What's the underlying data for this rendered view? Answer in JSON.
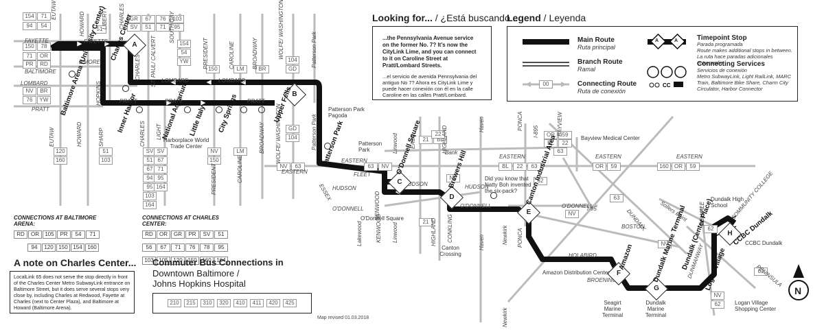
{
  "looking_for": {
    "title": "Looking for...",
    "title_es": " / ¿Está buscando...",
    "text_en": "...the Pennsylvania Avenue service on the former No. 7? It's now the CityLink Lime, and you can connect to it on Caroline Street at Pratt/Lombard Streets.",
    "text_es": "...el servicio de avenida Pennsylvania del antiguo No 7? Ahora es CityLink Lime y puede hacer conexión con él en la calle Caroline en las calles Pratt/Lombard."
  },
  "legend": {
    "title": "Legend",
    "title_es": " / Leyenda",
    "main_route": "Main Route",
    "main_route_es": "Ruta principal",
    "branch_route": "Branch Route",
    "branch_route_es": "Ramal",
    "connecting_route": "Connecting Route",
    "connecting_route_es": "Ruta de conexión",
    "connecting_route_number": "00",
    "timepoint_stop": "Timepoint Stop",
    "timepoint_stop_es": "Parada programada",
    "timepoint_note": "Route makes additional stops in between. La ruta hace paradas adicionales entremedio.",
    "timepoint_letter": "A",
    "connecting_services": "Connecting Services",
    "connecting_services_es": "Servicios de conexión",
    "connecting_services_list": "Metro SubwayLink, Light RailLink, MARC Train, Baltimore Bike Share, Charm City Circulator, Harbor Connector"
  },
  "charles_note": {
    "title": "A note on Charles Center...",
    "text": "LocalLink 65 does not serve the stop directly in front of the Charles Center Metro SubwayLink entrance on Baltimore Street, but it does serve several stops very close by, including Charles at Redwood, Fayette at Charles (next to Center Plaza), and Baltimore at Howard (Baltimore Arena)."
  },
  "commuter": {
    "title": "Commuter Bus Connections in",
    "subtitle1": "Downtown Baltimore /",
    "subtitle2": "Johns Hopkins Hospital",
    "routes": [
      "210",
      "215",
      "310",
      "320",
      "410",
      "411",
      "420",
      "425"
    ]
  },
  "arena_connections": {
    "title": "CONNECTIONS AT BALTIMORE ARENA:",
    "row1": [
      "RD",
      "OR",
      "105",
      "PR",
      "54",
      "71"
    ],
    "row2": [
      "94",
      "120",
      "150",
      "154",
      "160"
    ]
  },
  "charles_connections": {
    "title": "CONNECTIONS AT CHARLES CENTER:",
    "row1": [
      "RD",
      "OR",
      "GR",
      "PR",
      "SV",
      "51"
    ],
    "row2": [
      "56",
      "67",
      "71",
      "76",
      "78",
      "95"
    ],
    "row3": [
      "103",
      "105",
      "120",
      "150",
      "160",
      "164"
    ]
  },
  "map_revised": "Map revised 01.03.2018",
  "timepoints": [
    {
      "letter": "A",
      "name": "Charles Center"
    },
    {
      "letter": "B",
      "name": "Upper Fells"
    },
    {
      "letter": "C",
      "name": "O'Donnell Square"
    },
    {
      "letter": "D",
      "name": "Brewers Hill"
    },
    {
      "letter": "E",
      "name": "Canton Industrial Area"
    },
    {
      "letter": "F",
      "name": "Amazon"
    },
    {
      "letter": "G",
      "name": "Dundalk Marine Terminal"
    },
    {
      "letter": "H",
      "name": "CCBC Dundalk"
    }
  ],
  "stops": {
    "arena": "Baltimore Arena (University Center)",
    "inner_harbor": "Inner Harbor",
    "aquarium": "National Aquarium",
    "little_italy": "Little Italy",
    "city_springs": "City Springs",
    "patterson_park": "Patterson Park",
    "logan_village": "Logan Village",
    "dundalk_center": "Dundalk (Center Place)"
  },
  "streets": {
    "fayette": "FAYETTE",
    "baltimore": "BALTIMORE",
    "lombard": "LOMBARD",
    "pratt": "PRATT",
    "eutaw": "EUTAW",
    "howard": "HOWARD",
    "liberty": "LIBERTY",
    "charles": "CHARLES",
    "south_gay": "SOUTH GAY",
    "st_paul": "ST. PAUL/ CALVERT",
    "president": "PRESIDENT",
    "caroline": "CAROLINE",
    "broadway": "BROADWAY",
    "wolfe": "WOLFE/ WASHINGTON",
    "patterson_park_ave": "Patterson Park",
    "hopkins": "HOPKINS",
    "bmore": "B'MORE",
    "sharp": "SHARP",
    "light": "LIGHT",
    "eastern": "EASTERN",
    "fleet": "FLEET",
    "hudson": "HUDSON",
    "odonnell": "O'DONNELL",
    "boston": "BOSTON",
    "holabird": "HOLABIRD",
    "broening": "BROENING",
    "dundalk": "DUNDALK",
    "i895": "I-895",
    "i95": "I-95",
    "haven": "Haven",
    "ponca": "PONCA",
    "newkirk": "Newkirk",
    "kenwood": "KENWOOD",
    "linwood": "Linwood",
    "highland": "HIGHLAND",
    "conkling": "CONKLING",
    "bank": "Bank",
    "lakewood": "Lakewood",
    "east": "EAST",
    "bayview": "BAYVIEW",
    "essex": "ESSEX",
    "sollers": "Sollers Point",
    "delvale": "DELVALE",
    "community_college": "COMMUNITY COLLEGE",
    "peninsula": "PENINSULA",
    "dunmanway": "DUNMANWAY"
  },
  "pois": {
    "pp_pagoda": "Patterson Park Pagoda",
    "pp_park": "Patterson Park",
    "harborplace": "Harborplace World Trade Center",
    "bayview": "Bayview Medical Center",
    "natty_boh": "Did you know that Natty Boh invented the six-pack?",
    "odonnell_sq": "O'Donnell Square",
    "canton_crossing": "Canton Crossing",
    "dundalk_hs": "Dundalk High School",
    "ccbc": "CCBC Dundalk",
    "amazon_dc": "Amazon Distribution Center",
    "seagirt": "Seagirt Marine Terminal",
    "dmt": "Dundalk Marine Terminal",
    "logan_shop": "Logan Village Shopping Center"
  },
  "route_labels": {
    "top_left": [
      [
        "154",
        "71"
      ],
      [
        "94",
        "54"
      ]
    ],
    "fayette_routes": [
      "150",
      "78",
      "71",
      "OR",
      "PR",
      "RD"
    ],
    "lombard_routes": [
      "NV",
      "BR",
      "76",
      "YW"
    ],
    "charles_top": [
      [
        "GR",
        "67",
        "76",
        "103"
      ],
      [
        "SV",
        "51",
        "71",
        "95"
      ]
    ],
    "south_gay": [
      "154",
      "54",
      "YW"
    ],
    "liberty": [
      "51"
    ],
    "president": [
      "150"
    ],
    "caroline": [
      "LM"
    ],
    "broadway": [
      "BR"
    ],
    "wolfe": [
      "104",
      "GD"
    ],
    "gd_104_lower": [
      "GD",
      "104"
    ],
    "howard_low": [
      "120",
      "160"
    ],
    "sharp_low": [
      "51",
      "103"
    ],
    "charles_low": [
      "SV",
      "51",
      "67",
      "94",
      "95",
      "103",
      "164"
    ],
    "light_low": [
      "SV",
      "67",
      "71",
      "95",
      "164"
    ],
    "president_low": [
      "NV",
      "150"
    ],
    "caroline_low": [
      "LM"
    ],
    "eastern_left": [
      "NV",
      "63"
    ],
    "eastern_mid": [
      "63",
      "NV"
    ],
    "eastern_right1": [
      "BL",
      "22",
      "63"
    ],
    "eastern_right2": [
      "OR",
      "59"
    ],
    "eastern_right3": [
      "160",
      "OR",
      "59"
    ],
    "east_routes": [
      "21",
      "BL"
    ],
    "highland_routes": [
      "22"
    ],
    "nv_mid": [
      "NV"
    ],
    "bayview_routes": [
      [
        "OR",
        "59"
      ],
      [
        "BL",
        "22"
      ],
      [
        "63"
      ]
    ],
    "south_21": [
      "21"
    ],
    "route_62": [
      "62"
    ],
    "route_63_a": [
      "63"
    ],
    "route_nv_b": [
      "NV"
    ],
    "route_nv_c": [
      "NV"
    ],
    "route_63_b": [
      "63"
    ],
    "route_62_b": [
      "62"
    ],
    "route_nv_d": [
      "NV"
    ],
    "route_62_c": [
      "62"
    ],
    "route_63_c": [
      "63"
    ]
  },
  "compass": "N"
}
